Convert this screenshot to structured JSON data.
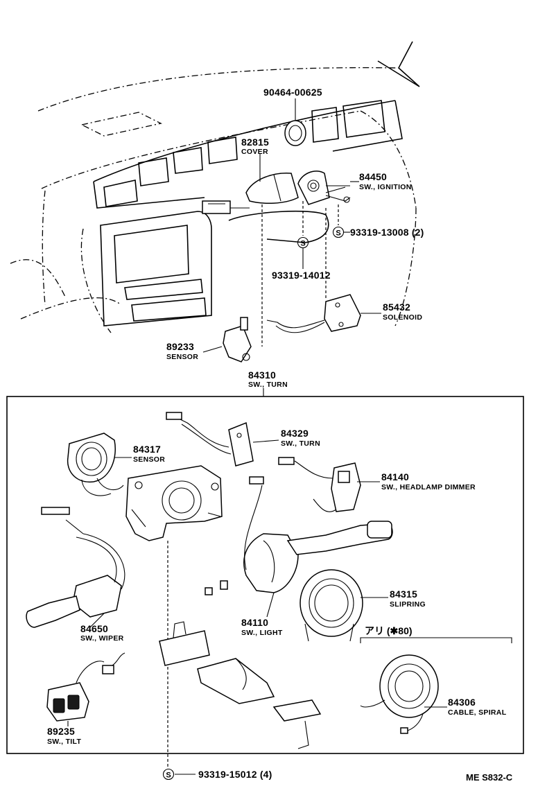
{
  "parts": [
    {
      "key": "p90464",
      "number": "90464-00625",
      "desc": ""
    },
    {
      "key": "p82815",
      "number": "82815",
      "desc": "COVER"
    },
    {
      "key": "p84450",
      "number": "84450",
      "desc": "SW., IGNITION"
    },
    {
      "key": "p93319a",
      "number": "93319-13008 (2)",
      "desc": ""
    },
    {
      "key": "p93319b",
      "number": "93319-14012",
      "desc": ""
    },
    {
      "key": "p85432",
      "number": "85432",
      "desc": "SOLENOID"
    },
    {
      "key": "p89233",
      "number": "89233",
      "desc": "SENSOR"
    },
    {
      "key": "p84310",
      "number": "84310",
      "desc": "SW., TURN"
    },
    {
      "key": "p84317",
      "number": "84317",
      "desc": "SENSOR"
    },
    {
      "key": "p84329",
      "number": "84329",
      "desc": "SW., TURN"
    },
    {
      "key": "p84140",
      "number": "84140",
      "desc": "SW., HEADLAMP DIMMER"
    },
    {
      "key": "p84315",
      "number": "84315",
      "desc": "SLIPRING"
    },
    {
      "key": "p84110",
      "number": "84110",
      "desc": "SW., LIGHT"
    },
    {
      "key": "p84650",
      "number": "84650",
      "desc": "SW., WIPER"
    },
    {
      "key": "p84306",
      "number": "84306",
      "desc": "CABLE, SPIRAL"
    },
    {
      "key": "p89235",
      "number": "89235",
      "desc": "SW., TILT"
    },
    {
      "key": "p93319c",
      "number": "93319-15012 (4)",
      "desc": ""
    }
  ],
  "screw_symbol": "S",
  "variant_note": "アリ (✱80)",
  "diagram_code": "ME S832-C"
}
